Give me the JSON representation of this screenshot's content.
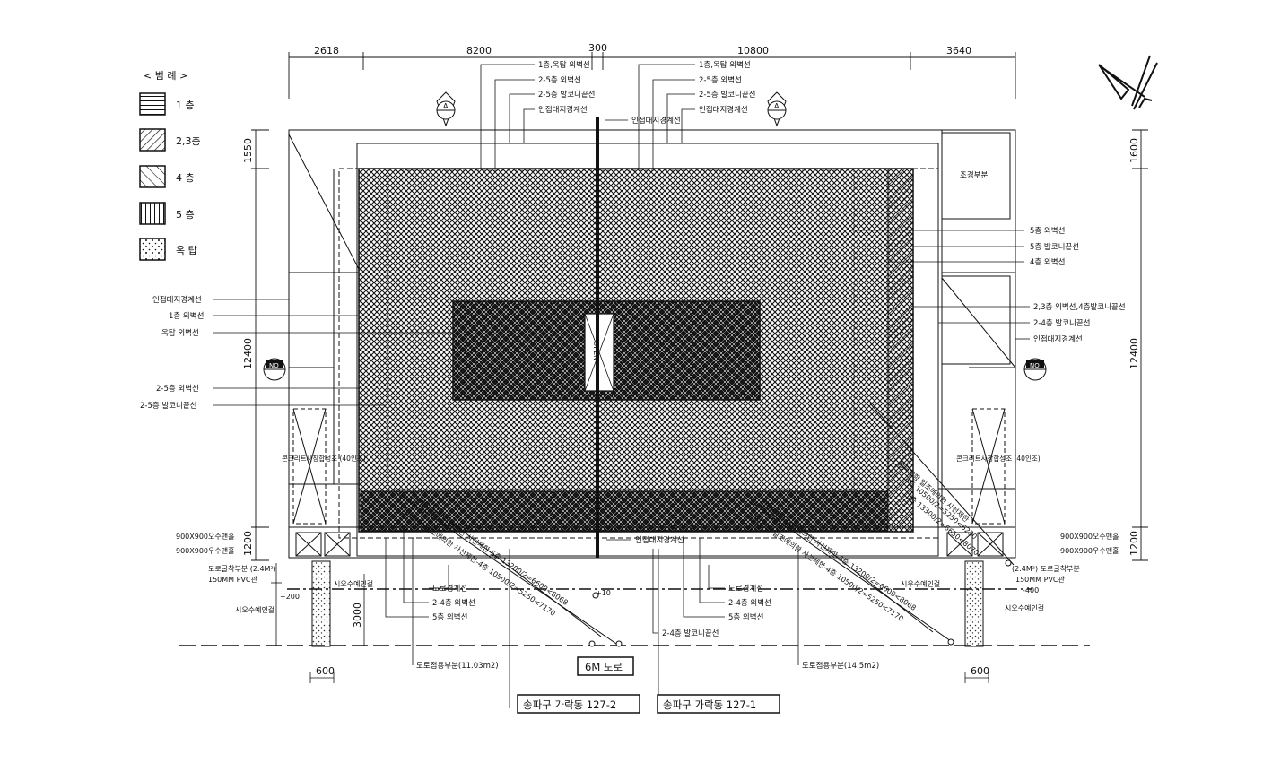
{
  "legend": {
    "title": "< 범 례 >",
    "items": [
      {
        "label": "1 층"
      },
      {
        "label": "2,3층"
      },
      {
        "label": "4 층"
      },
      {
        "label": "5 층"
      },
      {
        "label": "옥 탑"
      }
    ]
  },
  "dimensions": {
    "top": [
      "2618",
      "8200",
      "300",
      "10800",
      "3640"
    ],
    "left": [
      "1550",
      "12400",
      "1200"
    ],
    "right": [
      "1600",
      "12400",
      "1200"
    ],
    "bottom": [
      "600",
      "600"
    ]
  },
  "labels_left": [
    "인접대지경계선",
    "1층 외벽선",
    "옥탑 외벽선",
    "2-5층 외벽선",
    "2-5층 발코니끝선"
  ],
  "labels_right": [
    "5층 외벽선",
    "5층 발코니끝선",
    "4층 외벽선",
    "2,3층 외벽선,4층발코니끝선",
    "2-4층 발코니끝선",
    "인접대지경계선"
  ],
  "labels_top_left": [
    "1층,옥탑 외벽선",
    "2-5층 외벽선",
    "2-5층 발코니끝선",
    "인접대지경계선"
  ],
  "labels_top_right": [
    "1층,옥탑 외벽선",
    "2-5층 외벽선",
    "2-5층 발코니끝선",
    "인접대지경계선"
  ],
  "center_boundary": "인접대지경계선",
  "tree_box": "조경부분",
  "open_label": "OPEN",
  "section_markers": [
    {
      "letter": "A"
    },
    {
      "letter": "A"
    }
  ],
  "side_markers": [
    "NO",
    "NO"
  ],
  "parking": [
    "콘크리트사장합성조 (40인조)",
    "콘크리트사장합성조 (40인조)"
  ],
  "utility_left": [
    "900X900오수맨홀",
    "900X900우수맨홀",
    "도로굴착부분 (2.4M²)",
    "150MM PVC관",
    "시오수예인걸",
    "시오수예인걸"
  ],
  "utility_right": [
    "900X900오수맨홀",
    "900X900우수맨홀",
    "(2.4M²) 도로굴착부분",
    "150MM PVC관",
    "시우수예인걸",
    "시오수예인걸"
  ],
  "offsets": [
    "+200",
    "-400",
    "+10"
  ],
  "bottom_labels_left": [
    "도로경계선",
    "2-4층 외벽선",
    "5층 외벽선"
  ],
  "bottom_labels_right": [
    "도로경계선",
    "2-4층 외벽선",
    "5층 외벽선"
  ],
  "bottom_center": [
    "인접대지경계선",
    "2-4층 발코니끝선"
  ],
  "road_occupy_left": "도로점용부분(11.03m2)",
  "road_occupy_right": "도로점용부분(14.5m2)",
  "road": "6M 도로",
  "address_left": "송파구 가락동 127-2",
  "address_right": "송파구 가락동 127-1",
  "diag_left": [
    "정북방향 일조에의한 사선제한-5층 13200/2=6600<8068",
    "정북방향 일조에의한 사선제한-4층 10500/2=5250<7170"
  ],
  "diag_right": [
    "정북방향 일조에의한 사선제한-5층 13200/2=6600<8068",
    "정북방향 일조에의한 사선제한-4층 10500/2=5250<7170"
  ],
  "diag_right_upper": [
    "정북방향 일조에의한 사선제한",
    "4층 10500/2=5250<6230",
    "5층 13300/2=6650<8070"
  ]
}
